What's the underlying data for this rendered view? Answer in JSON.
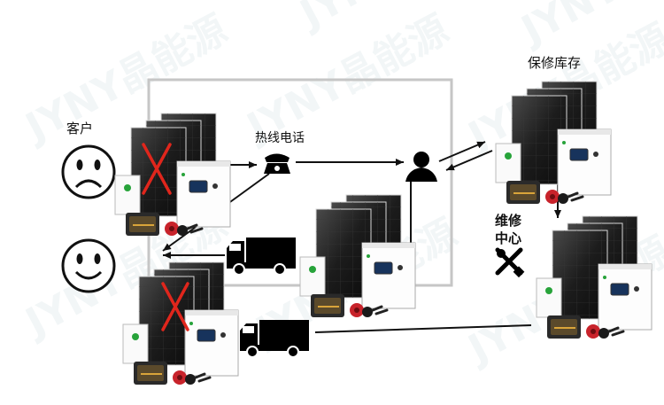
{
  "labels": {
    "customer": "客户",
    "hotline": "热线电话",
    "warranty_stock": "保修库存",
    "repair_center_line1": "维修",
    "repair_center_line2": "中心"
  },
  "watermark": {
    "text": "JYNY晶能源"
  },
  "icons": {
    "sad_customer": "sad-face-icon",
    "happy_customer": "happy-face-icon",
    "phone": "telephone-icon",
    "operator": "person-icon",
    "repair": "wrench-screwdriver-icon",
    "truck": "truck-icon",
    "faulty_mark": "red-x-icon"
  },
  "colors": {
    "frame": "#c6c6c6",
    "line": "#111111",
    "cross": "#e0261c",
    "inverter_accent": "#27a33a",
    "watermark": "#e7eef0"
  }
}
